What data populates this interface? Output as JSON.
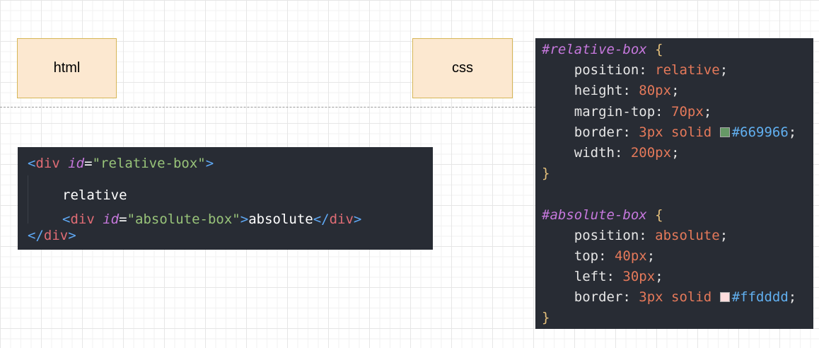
{
  "labels": {
    "html": "html",
    "css": "css"
  },
  "html_code": {
    "line1": {
      "open": "<",
      "tag": "div",
      "attr": "id",
      "eq": "=",
      "value": "\"relative-box\"",
      "close": ">"
    },
    "line2": {
      "text": "relative"
    },
    "line3": {
      "open": "<",
      "tag": "div",
      "attr": "id",
      "eq": "=",
      "value": "\"absolute-box\"",
      "close": ">",
      "text": "absolute",
      "end_open": "</",
      "end_tag": "div",
      "end_close": ">"
    },
    "line4": {
      "open": "</",
      "tag": "div",
      "close": ">"
    }
  },
  "css_code": {
    "rule1": {
      "selector": "#relative-box",
      "brace_open": " {",
      "decls": [
        {
          "prop": "position",
          "value": "relative"
        },
        {
          "prop": "height",
          "value": "80px"
        },
        {
          "prop": "margin-top",
          "value": "70px"
        },
        {
          "prop": "border",
          "value": "3px solid",
          "hex": "#669966"
        },
        {
          "prop": "width",
          "value": "200px"
        }
      ],
      "brace_close": "}"
    },
    "rule2": {
      "selector": "#absolute-box",
      "brace_open": " {",
      "decls": [
        {
          "prop": "position",
          "value": "absolute"
        },
        {
          "prop": "top",
          "value": "40px"
        },
        {
          "prop": "left",
          "value": "30px"
        },
        {
          "prop": "border",
          "value": "3px solid",
          "hex": "#ffdddd"
        }
      ],
      "brace_close": "}"
    },
    "swatch_colors": [
      "#669966",
      "#ffdddd"
    ]
  },
  "colors": {
    "label_fill": "#fce8d0",
    "label_border": "#d6b656",
    "code_background": "#282c34"
  }
}
